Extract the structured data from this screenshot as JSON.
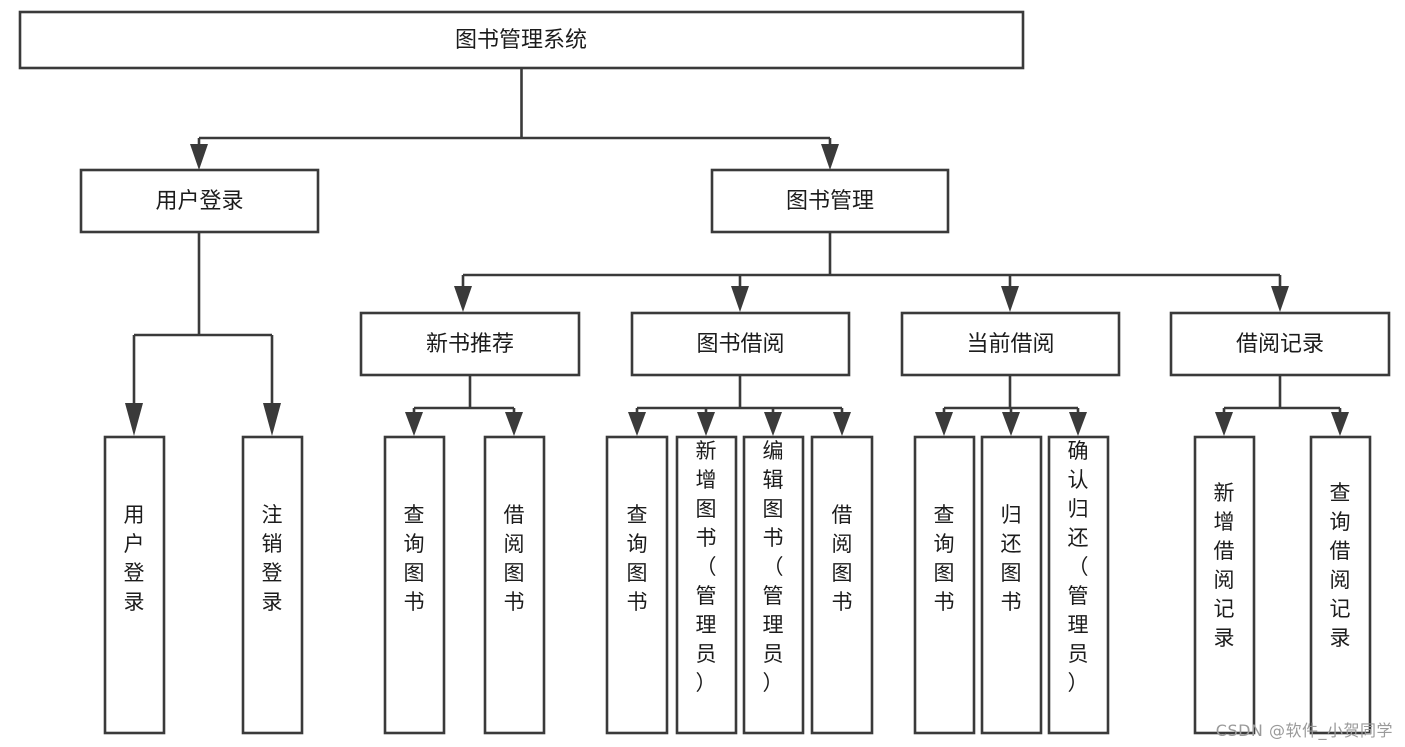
{
  "diagram": {
    "title": "图书管理系统",
    "type": "tree-structure-chart",
    "root": {
      "id": "root",
      "label": "图书管理系统"
    },
    "level2": [
      {
        "id": "user-login",
        "label": "用户登录"
      },
      {
        "id": "book-management",
        "label": "图书管理"
      }
    ],
    "level3": [
      {
        "id": "new-book-recommend",
        "label": "新书推荐"
      },
      {
        "id": "book-borrow",
        "label": "图书借阅"
      },
      {
        "id": "current-borrow",
        "label": "当前借阅"
      },
      {
        "id": "borrow-record",
        "label": "借阅记录"
      }
    ],
    "leaves": {
      "user-login": [
        {
          "id": "leaf-user-login",
          "label": "用户登录"
        },
        {
          "id": "leaf-user-logout",
          "label": "注销登录"
        }
      ],
      "new-book-recommend": [
        {
          "id": "leaf-query-book-1",
          "label": "查询图书"
        },
        {
          "id": "leaf-borrow-book-1",
          "label": "借阅图书"
        }
      ],
      "book-borrow": [
        {
          "id": "leaf-query-book-2",
          "label": "查询图书"
        },
        {
          "id": "leaf-add-book",
          "label": "新增图书（管理员）"
        },
        {
          "id": "leaf-edit-book",
          "label": "编辑图书（管理员）"
        },
        {
          "id": "leaf-borrow-book-2",
          "label": "借阅图书"
        }
      ],
      "current-borrow": [
        {
          "id": "leaf-query-book-3",
          "label": "查询图书"
        },
        {
          "id": "leaf-return-book",
          "label": "归还图书"
        },
        {
          "id": "leaf-confirm-return",
          "label": "确认归还（管理员）"
        }
      ],
      "borrow-record": [
        {
          "id": "leaf-add-record",
          "label": "新增借阅记录"
        },
        {
          "id": "leaf-query-record",
          "label": "查询借阅记录"
        }
      ]
    },
    "colors": {
      "stroke": "#3a3a3a",
      "fill": "#ffffff",
      "text": "#1c1c1c",
      "watermark": "#9a9a9a"
    }
  },
  "watermark": {
    "text": "CSDN @软件_小贺同学"
  }
}
